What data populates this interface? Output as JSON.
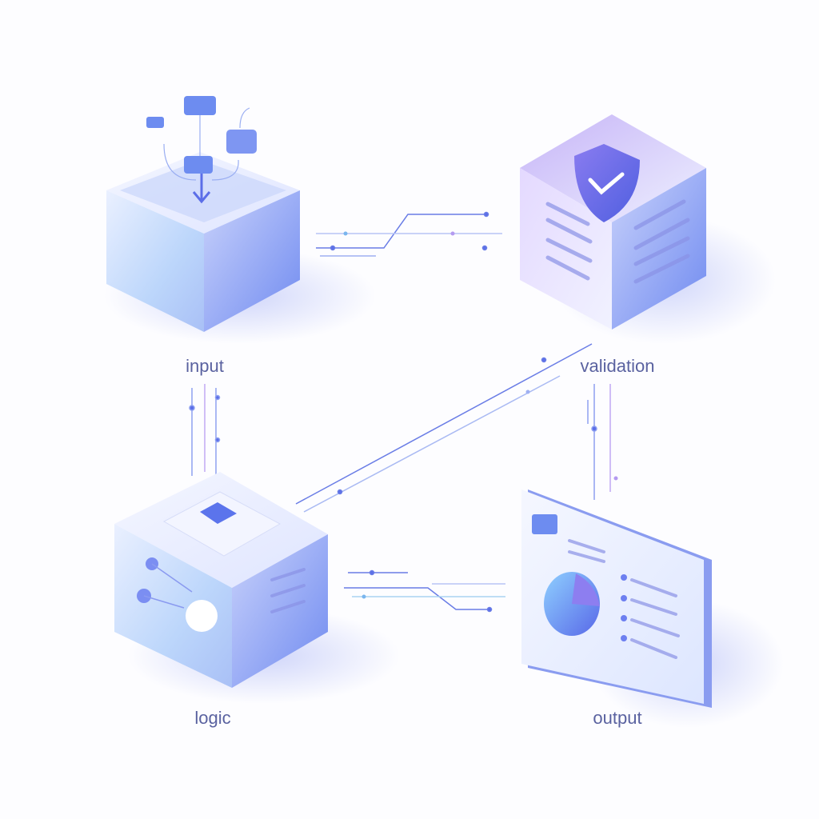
{
  "nodes": {
    "input": {
      "label": "input"
    },
    "validation": {
      "label": "validation"
    },
    "logic": {
      "label": "logic"
    },
    "output": {
      "label": "output"
    }
  },
  "colors": {
    "accent": "#5b6ee8",
    "accent2": "#9a7ef0",
    "label": "#5a62a0",
    "face_light": "#eef2ff"
  }
}
